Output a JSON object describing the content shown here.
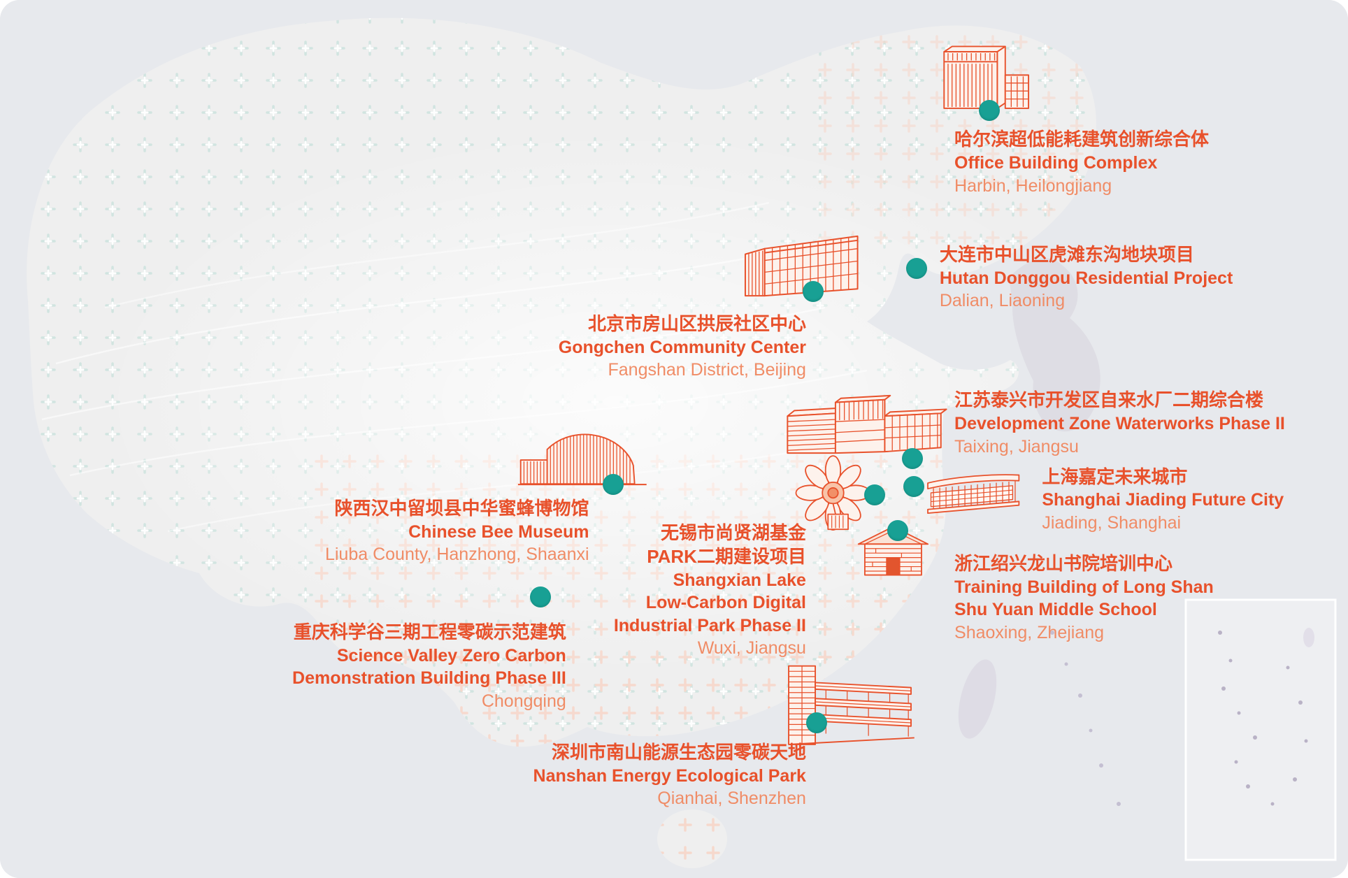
{
  "theme": {
    "sea_color": "#E7E9ED",
    "land_color": "#EFEFEF",
    "accent_color": "#E8512B",
    "location_text_color": "#F08C66",
    "marker_color": "#18A094"
  },
  "projects": [
    {
      "id": "harbin",
      "title_zh": "哈尔滨超低能耗建筑创新综合体",
      "title_en": "Office Building Complex",
      "location": "Harbin, Heilongjiang"
    },
    {
      "id": "dalian",
      "title_zh": "大连市中山区虎滩东沟地块项目",
      "title_en": "Hutan Donggou Residential Project",
      "location": "Dalian, Liaoning"
    },
    {
      "id": "beijing",
      "title_zh": "北京市房山区拱辰社区中心",
      "title_en": "Gongchen Community Center",
      "location": "Fangshan District, Beijing"
    },
    {
      "id": "taixing",
      "title_zh": "江苏泰兴市开发区自来水厂二期综合楼",
      "title_en": "Development Zone Waterworks Phase II",
      "location": "Taixing, Jiangsu"
    },
    {
      "id": "shanghai",
      "title_zh": "上海嘉定未来城市",
      "title_en": "Shanghai Jiading Future City",
      "location": "Jiading, Shanghai"
    },
    {
      "id": "bee-museum",
      "title_zh": "陕西汉中留坝县中华蜜蜂博物馆",
      "title_en": "Chinese Bee Museum",
      "location": "Liuba County, Hanzhong, Shaanxi"
    },
    {
      "id": "wuxi",
      "title_zh": "无锡市尚贤湖基金\nPARK二期建设项目",
      "title_en": "Shangxian Lake\nLow-Carbon Digital\nIndustrial Park Phase II",
      "location": "Wuxi, Jiangsu"
    },
    {
      "id": "shaoxing",
      "title_zh": "浙江绍兴龙山书院培训中心",
      "title_en": "Training Building of Long Shan\nShu Yuan Middle School",
      "location": "Shaoxing, Zhejiang"
    },
    {
      "id": "chongqing",
      "title_zh": "重庆科学谷三期工程零碳示范建筑",
      "title_en": "Science Valley Zero Carbon\nDemonstration Building Phase III",
      "location": "Chongqing"
    },
    {
      "id": "shenzhen",
      "title_zh": "深圳市南山能源生态园零碳天地",
      "title_en": "Nanshan Energy Ecological Park",
      "location": "Qianhai, Shenzhen"
    }
  ]
}
